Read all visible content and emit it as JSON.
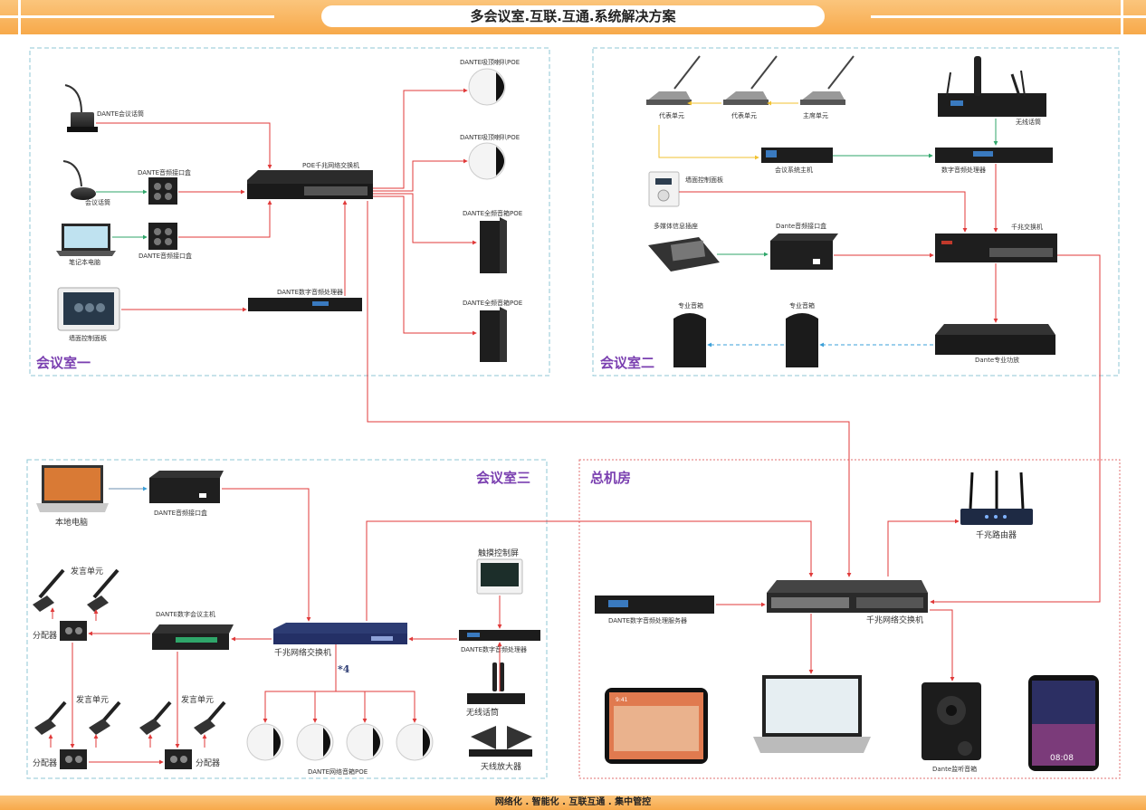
{
  "header": {
    "title": "多会议室.互联.互通.系统解决方案"
  },
  "footer": {
    "tagline": "网络化 . 智能化 . 互联互通 . 集中管控"
  },
  "rooms": {
    "room1": "会议室一",
    "room2": "会议室二",
    "room3": "会议室三",
    "server": "总机房"
  },
  "room1": {
    "mic1": "DANTE会议话筒",
    "mic2": "会议话筒",
    "box1": "DANTE音频接口盒",
    "laptop": "笔记本电脑",
    "box2": "DANTE音频接口盒",
    "panel": "墙面控制面板",
    "switch": "POE千兆网络交换机",
    "processor": "DANTE数字音频处理器",
    "ceiling1": "DANTE吸顶喇叭POE",
    "ceiling2": "DANTE吸顶喇叭POE",
    "full1": "DANTE全频音箱POE",
    "full2": "DANTE全频音箱POE"
  },
  "room2": {
    "unit1": "代表单元",
    "unit2": "代表单元",
    "chair": "主席单元",
    "wireless": "无线话筒",
    "host": "会议系统主机",
    "dsp": "数字音频处理器",
    "wallpanel": "墙面控制面板",
    "socket": "多媒体信息插座",
    "dantebox": "Dante音频接口盒",
    "switch": "千兆交换机",
    "spk1": "专业音箱",
    "spk2": "专业音箱",
    "amp": "Dante专业功放"
  },
  "room3": {
    "pc": "本地电脑",
    "box": "DANTE音频接口盒",
    "speak1": "发言单元",
    "split1": "分配器",
    "host": "DANTE数字会议主机",
    "switch": "千兆网络交换机",
    "touch": "触摸控制屏",
    "dsp": "DANTE数字音频处理器",
    "count": "*4",
    "wireless": "无线话筒",
    "antenna": "天线放大器",
    "speak2": "发言单元",
    "speak3": "发言单元",
    "split2": "分配器",
    "split3": "分配器",
    "speakers": "DANTE网络音箱POE"
  },
  "server": {
    "router": "千兆路由器",
    "dspserver": "DANTE数字音频处理服务器",
    "switch": "千兆网络交换机",
    "dantespk": "Dante监听音箱"
  },
  "tablet": {
    "time": "9:41"
  },
  "phone": {
    "time": "08:08"
  }
}
